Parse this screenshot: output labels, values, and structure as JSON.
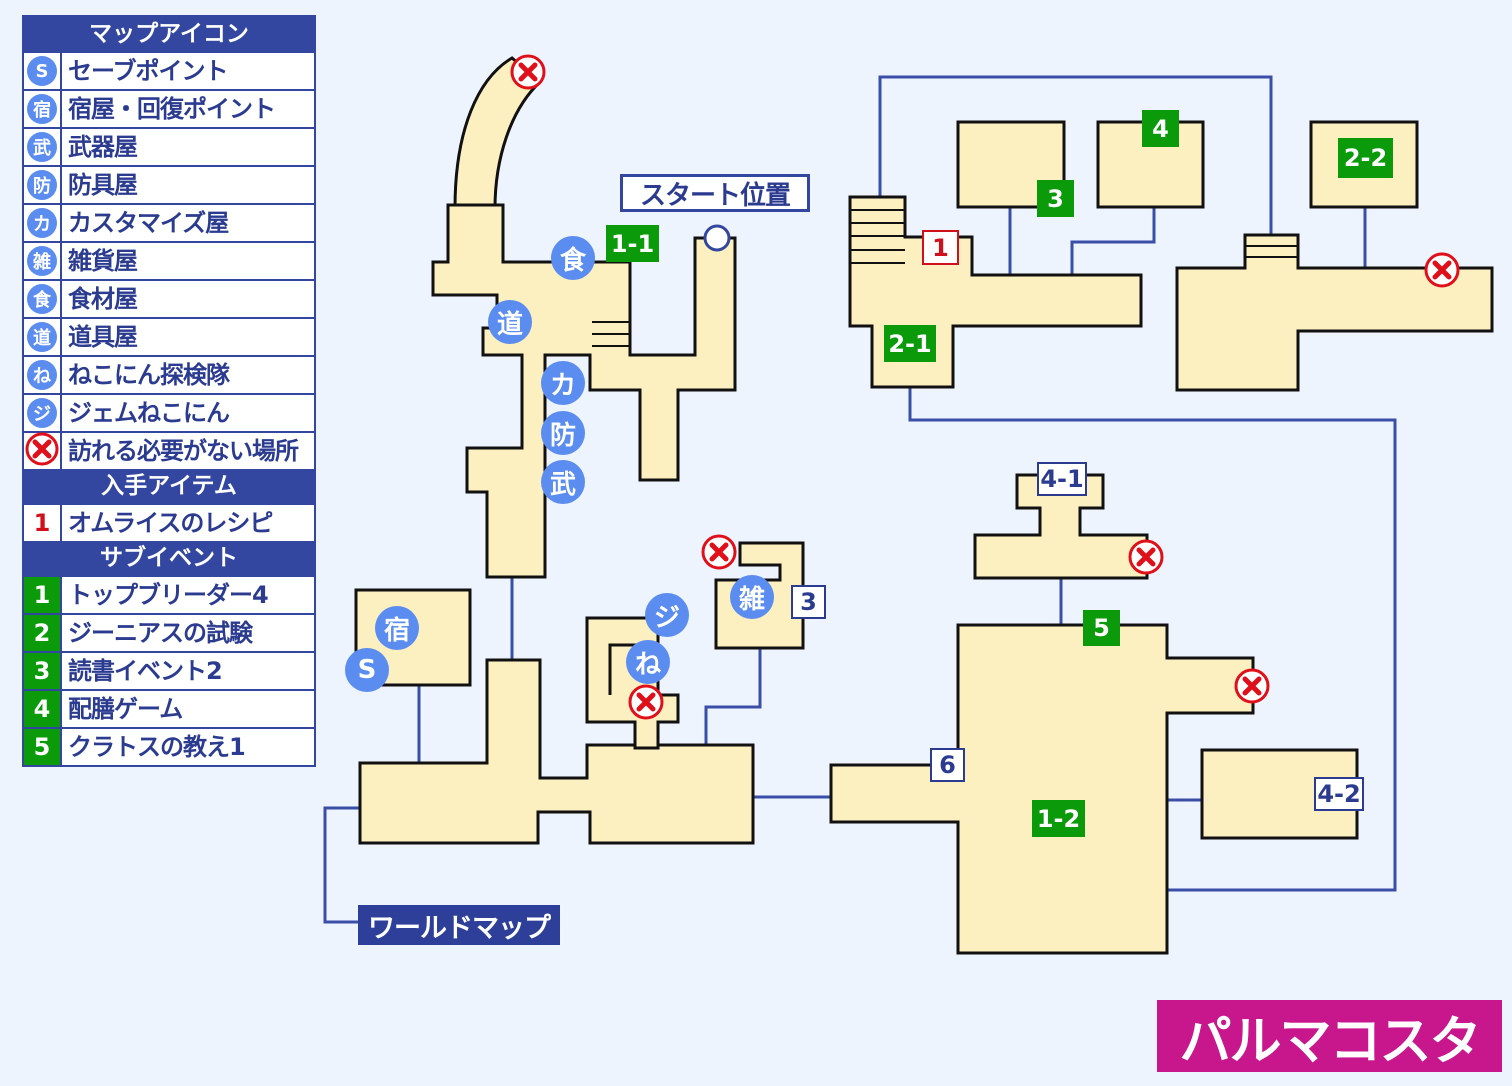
{
  "legend": {
    "icons_header": "マップアイコン",
    "icons": [
      {
        "glyph": "S",
        "label": "セーブポイント",
        "icon": "save-point-icon"
      },
      {
        "glyph": "宿",
        "label": "宿屋・回復ポイント",
        "icon": "inn-icon"
      },
      {
        "glyph": "武",
        "label": "武器屋",
        "icon": "weapon-shop-icon"
      },
      {
        "glyph": "防",
        "label": "防具屋",
        "icon": "armor-shop-icon"
      },
      {
        "glyph": "カ",
        "label": "カスタマイズ屋",
        "icon": "customize-shop-icon"
      },
      {
        "glyph": "雑",
        "label": "雑貨屋",
        "icon": "general-store-icon"
      },
      {
        "glyph": "食",
        "label": "食材屋",
        "icon": "food-shop-icon"
      },
      {
        "glyph": "道",
        "label": "道具屋",
        "icon": "item-shop-icon"
      },
      {
        "glyph": "ね",
        "label": "ねこにん探検隊",
        "icon": "nekonin-expedition-icon"
      },
      {
        "glyph": "ジ",
        "label": "ジェムねこにん",
        "icon": "gem-nekonin-icon"
      },
      {
        "glyph": "",
        "label": "訪れる必要がない場所",
        "icon": "no-visit-icon"
      }
    ],
    "items_header": "入手アイテム",
    "items": [
      {
        "num": "1",
        "label": "オムライスのレシピ"
      }
    ],
    "events_header": "サブイベント",
    "events": [
      {
        "num": "1",
        "label": "トップブリーダー4"
      },
      {
        "num": "2",
        "label": "ジーニアスの試験"
      },
      {
        "num": "3",
        "label": "読書イベント2"
      },
      {
        "num": "4",
        "label": "配膳ゲーム"
      },
      {
        "num": "5",
        "label": "クラトスの教え1"
      }
    ]
  },
  "map": {
    "title": "パルマコスタ",
    "start_label": "スタート位置",
    "world_map_label": "ワールドマップ",
    "event_markers": [
      "1-1",
      "3",
      "4",
      "2-2",
      "2-1",
      "5",
      "1-2"
    ],
    "chest_markers": [
      "3",
      "4-1",
      "6",
      "4-2"
    ],
    "item_markers": [
      "1"
    ],
    "facility_markers": [
      "食",
      "道",
      "カ",
      "防",
      "武",
      "宿",
      "S",
      "ジ",
      "ね",
      "雑"
    ]
  },
  "colors": {
    "floor": "#fdf0c0",
    "wall": "#111111",
    "route": "#3a4ea8",
    "event": "#0a9a0a",
    "accent": "#c8168c",
    "facility": "#5b8cf0"
  }
}
